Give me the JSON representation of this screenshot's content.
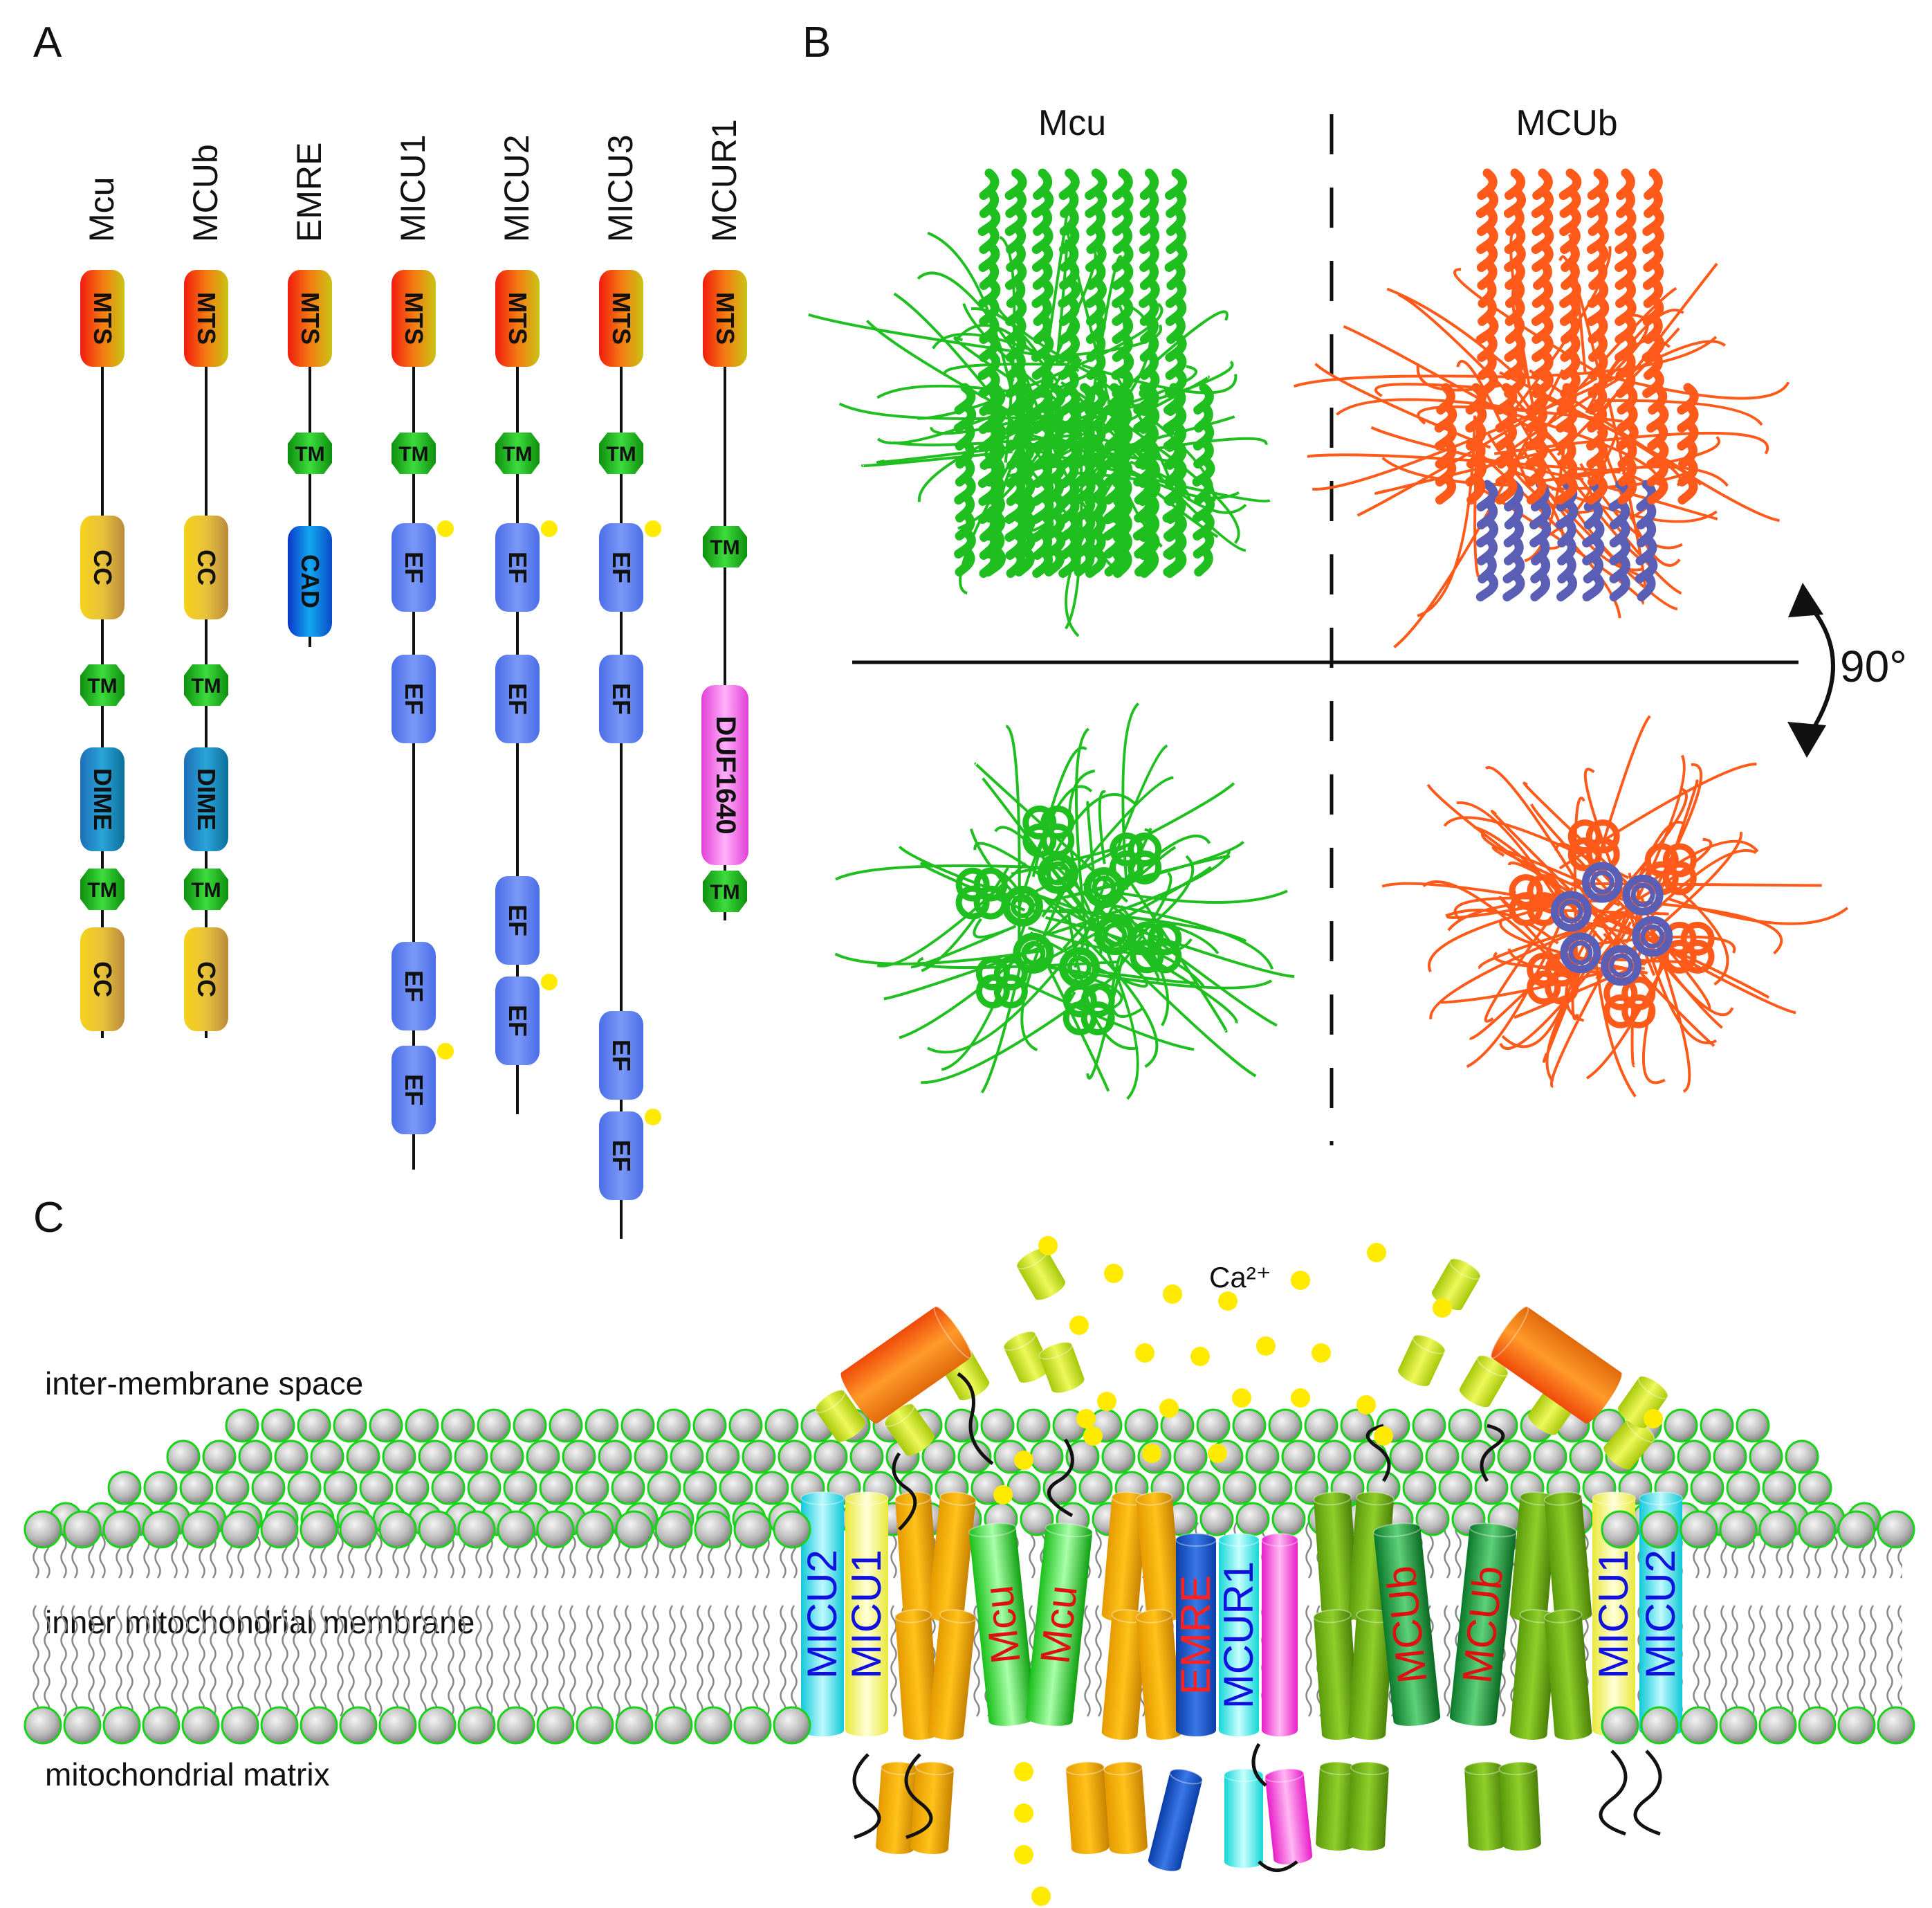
{
  "panels": {
    "a": "A",
    "b": "B",
    "c": "C"
  },
  "colors": {
    "mts": "#f05a1a",
    "tm": "#22b422",
    "cc": "#e6c12a",
    "dime": "#1e8fcf",
    "ef": "#5a7ef0",
    "cad": "#1a6fe8",
    "duf": "#ee4fe0",
    "ca": "#ffea00",
    "mcu_struct": "#1fbf1f",
    "mcub_struct": "#ff5a1a",
    "mcub_core": "#5a5fb5"
  },
  "panel_a": {
    "proteins": [
      {
        "name": "Mcu",
        "domains": [
          "MTS",
          "CC",
          "TM",
          "DIME",
          "TM",
          "CC"
        ]
      },
      {
        "name": "MCUb",
        "domains": [
          "MTS",
          "CC",
          "TM",
          "DIME",
          "TM",
          "CC"
        ]
      },
      {
        "name": "EMRE",
        "domains": [
          "MTS",
          "TM",
          "CAD"
        ]
      },
      {
        "name": "MICU1",
        "domains": [
          "MTS",
          "TM",
          "EF",
          "EF",
          "EF",
          "EF"
        ]
      },
      {
        "name": "MICU2",
        "domains": [
          "MTS",
          "TM",
          "EF",
          "EF",
          "EF",
          "EF"
        ]
      },
      {
        "name": "MICU3",
        "domains": [
          "MTS",
          "TM",
          "EF",
          "EF",
          "EF",
          "EF"
        ]
      },
      {
        "name": "MCUR1",
        "domains": [
          "MTS",
          "TM",
          "DUF1640",
          "TM"
        ]
      }
    ]
  },
  "panel_b": {
    "left_title": "Mcu",
    "right_title": "MCUb",
    "rotation": "90°"
  },
  "panel_c": {
    "ion": "Ca²⁺",
    "regions": [
      "inter-membrane space",
      "inner mitochondrial membrane",
      "mitochondrial matrix"
    ],
    "channel_labels": [
      "MICU2",
      "MICU1",
      "Mcu",
      "Mcu",
      "EMRE",
      "MCUR1",
      "MCUb",
      "MCUb",
      "MICU1",
      "MICU2"
    ]
  }
}
